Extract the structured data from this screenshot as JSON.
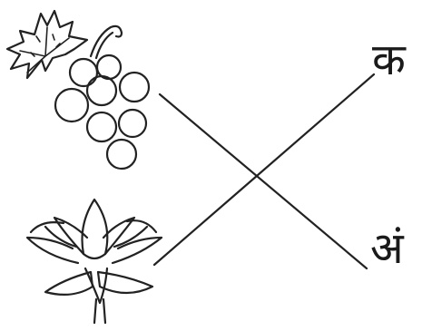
{
  "letters": {
    "top_right": "क",
    "bottom_right": "अं"
  },
  "pictures": {
    "top_left": "grapes",
    "bottom_left": "lotus"
  },
  "matches": [
    {
      "picture": "grapes",
      "letter": "अं"
    },
    {
      "picture": "lotus",
      "letter": "क"
    }
  ],
  "ink_color": "#222222"
}
